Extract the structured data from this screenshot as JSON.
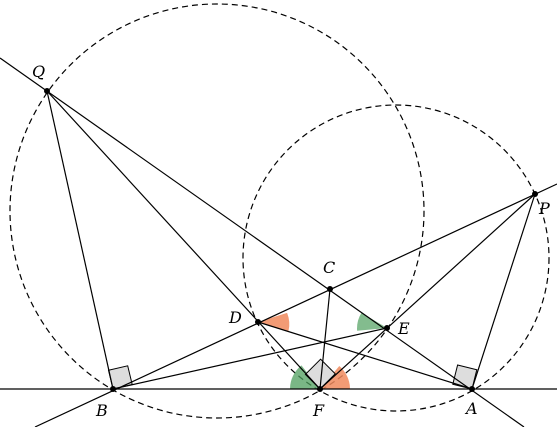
{
  "diagram": {
    "labels": {
      "Q": "Q",
      "P": "P",
      "C": "C",
      "D": "D",
      "E": "E",
      "B": "B",
      "F": "F",
      "A": "A"
    },
    "colors": {
      "line": "#000000",
      "orange_angle": "#f08a5d",
      "green_angle": "#4e9f5e",
      "right_angle_fill": "#dddddd"
    }
  }
}
